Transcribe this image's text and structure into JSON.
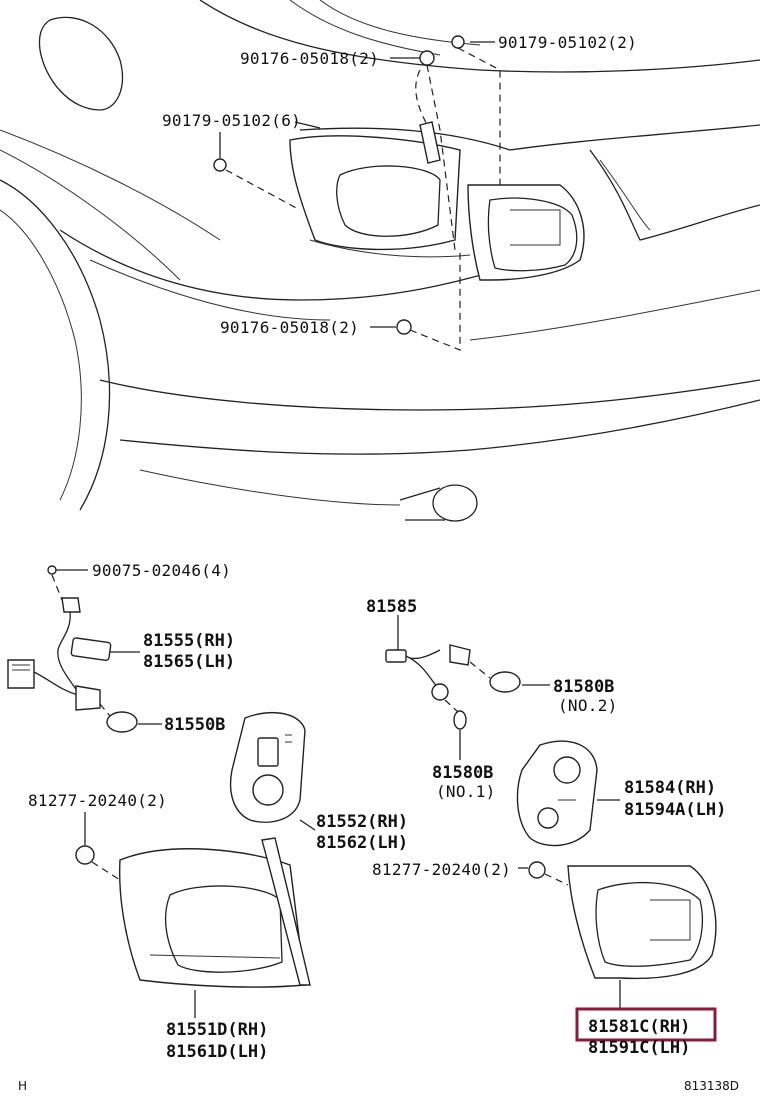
{
  "labels": {
    "p90176_05018_top": "90176-05018(2)",
    "p90179_05102_top": "90179-05102(2)",
    "p90179_05102_mid": "90179-05102(6)",
    "p90176_05018_mid": "90176-05018(2)",
    "p90075_02046": "90075-02046(4)",
    "p81555": "81555(RH)",
    "p81565": "81565(LH)",
    "p81550b": "81550B",
    "p81277_left": "81277-20240(2)",
    "p81552": "81552(RH)",
    "p81562": "81562(LH)",
    "p81551d": "81551D(RH)",
    "p81561d": "81561D(LH)",
    "p81585": "81585",
    "p81580b_no2": "81580B",
    "p81580b_no2_sub": "(NO.2)",
    "p81580b_no1": "81580B",
    "p81580b_no1_sub": "(NO.1)",
    "p81584": "81584(RH)",
    "p81594a": "81594A(LH)",
    "p81277_right": "81277-20240(2)",
    "p81581c": "81581C(RH)",
    "p81591c": "81591C(LH)"
  },
  "footer": {
    "left_code": "H",
    "diagram_id": "813138D"
  },
  "highlight_color": "#8b1a3a"
}
